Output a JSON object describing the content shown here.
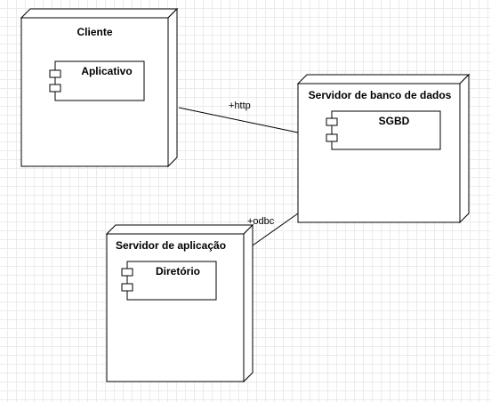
{
  "nodes": [
    {
      "id": "cliente",
      "title": "Cliente",
      "component": "Aplicativo"
    },
    {
      "id": "servidor-bd",
      "title": "Servidor de banco de dados",
      "component": "SGBD"
    },
    {
      "id": "servidor-app",
      "title": "Servidor de aplicação",
      "component": "Diretório"
    }
  ],
  "edges": [
    {
      "from": "cliente",
      "to": "servidor-bd",
      "label": "+http"
    },
    {
      "from": "servidor-app",
      "to": "servidor-bd",
      "label": "+odbc"
    }
  ]
}
